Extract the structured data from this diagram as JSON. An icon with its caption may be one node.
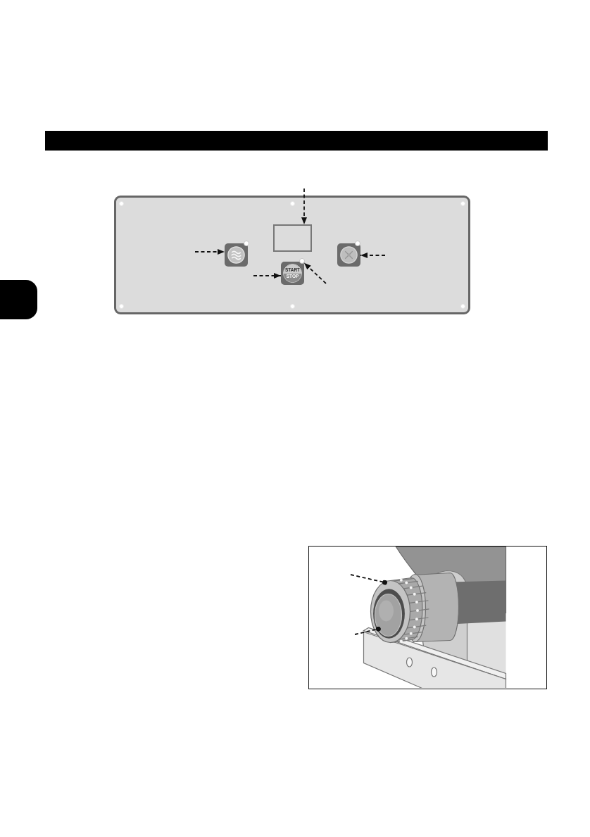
{
  "diagram": {
    "nodes": [
      {
        "text": [],
        "shape": "box"
      },
      {
        "text": [],
        "shape": "box",
        "in": 0
      },
      {
        "text": [],
        "shape": "box",
        "in": 0
      },
      {
        "text": [],
        "shape": "box",
        "in": 0
      },
      {
        "text": [
          "START",
          "STOP"
        ],
        "in": 0
      },
      {
        "text": [],
        "shape": "circle",
        "in": 0
      },
      {
        "text": [],
        "shape": "picture"
      },
      {
        "text": [],
        "shape": "picture",
        "in": 6
      }
    ],
    "edges": [
      {
        "from": null,
        "to": 1,
        "arrow": "to",
        "style": "dashed"
      },
      {
        "from": null,
        "to": 2,
        "arrow": "to",
        "style": "dashed"
      },
      {
        "from": null,
        "to": 3,
        "arrow": "to",
        "style": "dashed"
      },
      {
        "from": null,
        "to": 4,
        "arrow": "to",
        "style": "dashed"
      },
      {
        "from": null,
        "to": 5,
        "arrow": "to",
        "style": "dashed"
      },
      {
        "from": null,
        "to": 6,
        "arrow": "other",
        "style": "dashed"
      },
      {
        "from": null,
        "to": 7,
        "arrow": "other",
        "style": "dashed"
      }
    ]
  }
}
